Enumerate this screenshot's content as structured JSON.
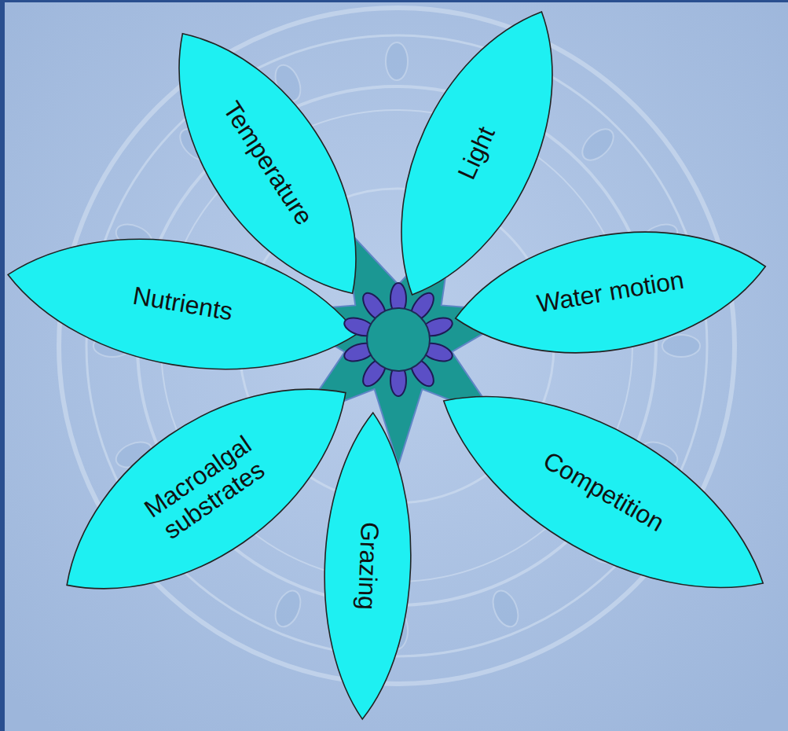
{
  "diagram": {
    "nodes": [
      {
        "text": [
          "Temperature"
        ]
      },
      {
        "text": [
          "Light"
        ]
      },
      {
        "text": [
          "Water motion"
        ]
      },
      {
        "text": [
          "Competition"
        ]
      },
      {
        "text": [
          "Grazing"
        ]
      },
      {
        "text": [
          "Macroalgal substrates"
        ]
      },
      {
        "text": [
          "Nutrients"
        ]
      }
    ]
  }
}
